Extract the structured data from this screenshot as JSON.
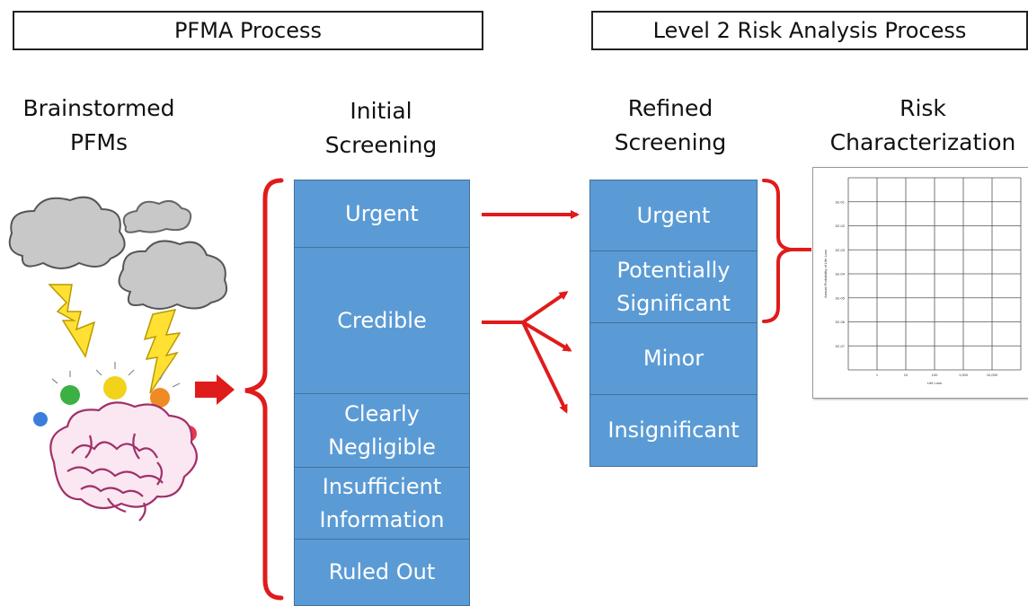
{
  "headers": {
    "pfma": "PFMA Process",
    "level2": "Level 2 Risk Analysis Process"
  },
  "columns": {
    "brainstormed": [
      "Brainstormed",
      "PFMs"
    ],
    "initial": [
      "Initial",
      "Screening"
    ],
    "refined": [
      "Refined",
      "Screening"
    ],
    "risk": [
      "Risk",
      "Characterization"
    ]
  },
  "initial_screening": [
    {
      "label": [
        "Urgent"
      ]
    },
    {
      "label": [
        "Credible"
      ]
    },
    {
      "label": [
        "Clearly",
        "Negligible"
      ]
    },
    {
      "label": [
        "Insufficient",
        "Information"
      ]
    },
    {
      "label": [
        "Ruled Out"
      ]
    }
  ],
  "refined_screening": [
    {
      "label": [
        "Urgent"
      ]
    },
    {
      "label": [
        "Potentially",
        "Significant"
      ]
    },
    {
      "label": [
        "Minor"
      ]
    },
    {
      "label": [
        "Insignificant"
      ]
    }
  ],
  "colors": {
    "box_fill": "#5b9bd5",
    "box_border": "#41719c",
    "arrow": "#e01b1b",
    "bracket": "#e01b1b"
  },
  "chart_data": {
    "type": "line",
    "ylabel": "Annual Probability of Life Loss",
    "xlabel": "Life Loss",
    "y_ticks": [
      "1E-01",
      "1E-02",
      "1E-03",
      "1E-04",
      "1E-05",
      "1E-06",
      "1E-07"
    ],
    "x_ticks": [
      "1",
      "10",
      "100",
      "1,000",
      "10,000"
    ],
    "scale": "log-log",
    "grid": true,
    "series": []
  }
}
